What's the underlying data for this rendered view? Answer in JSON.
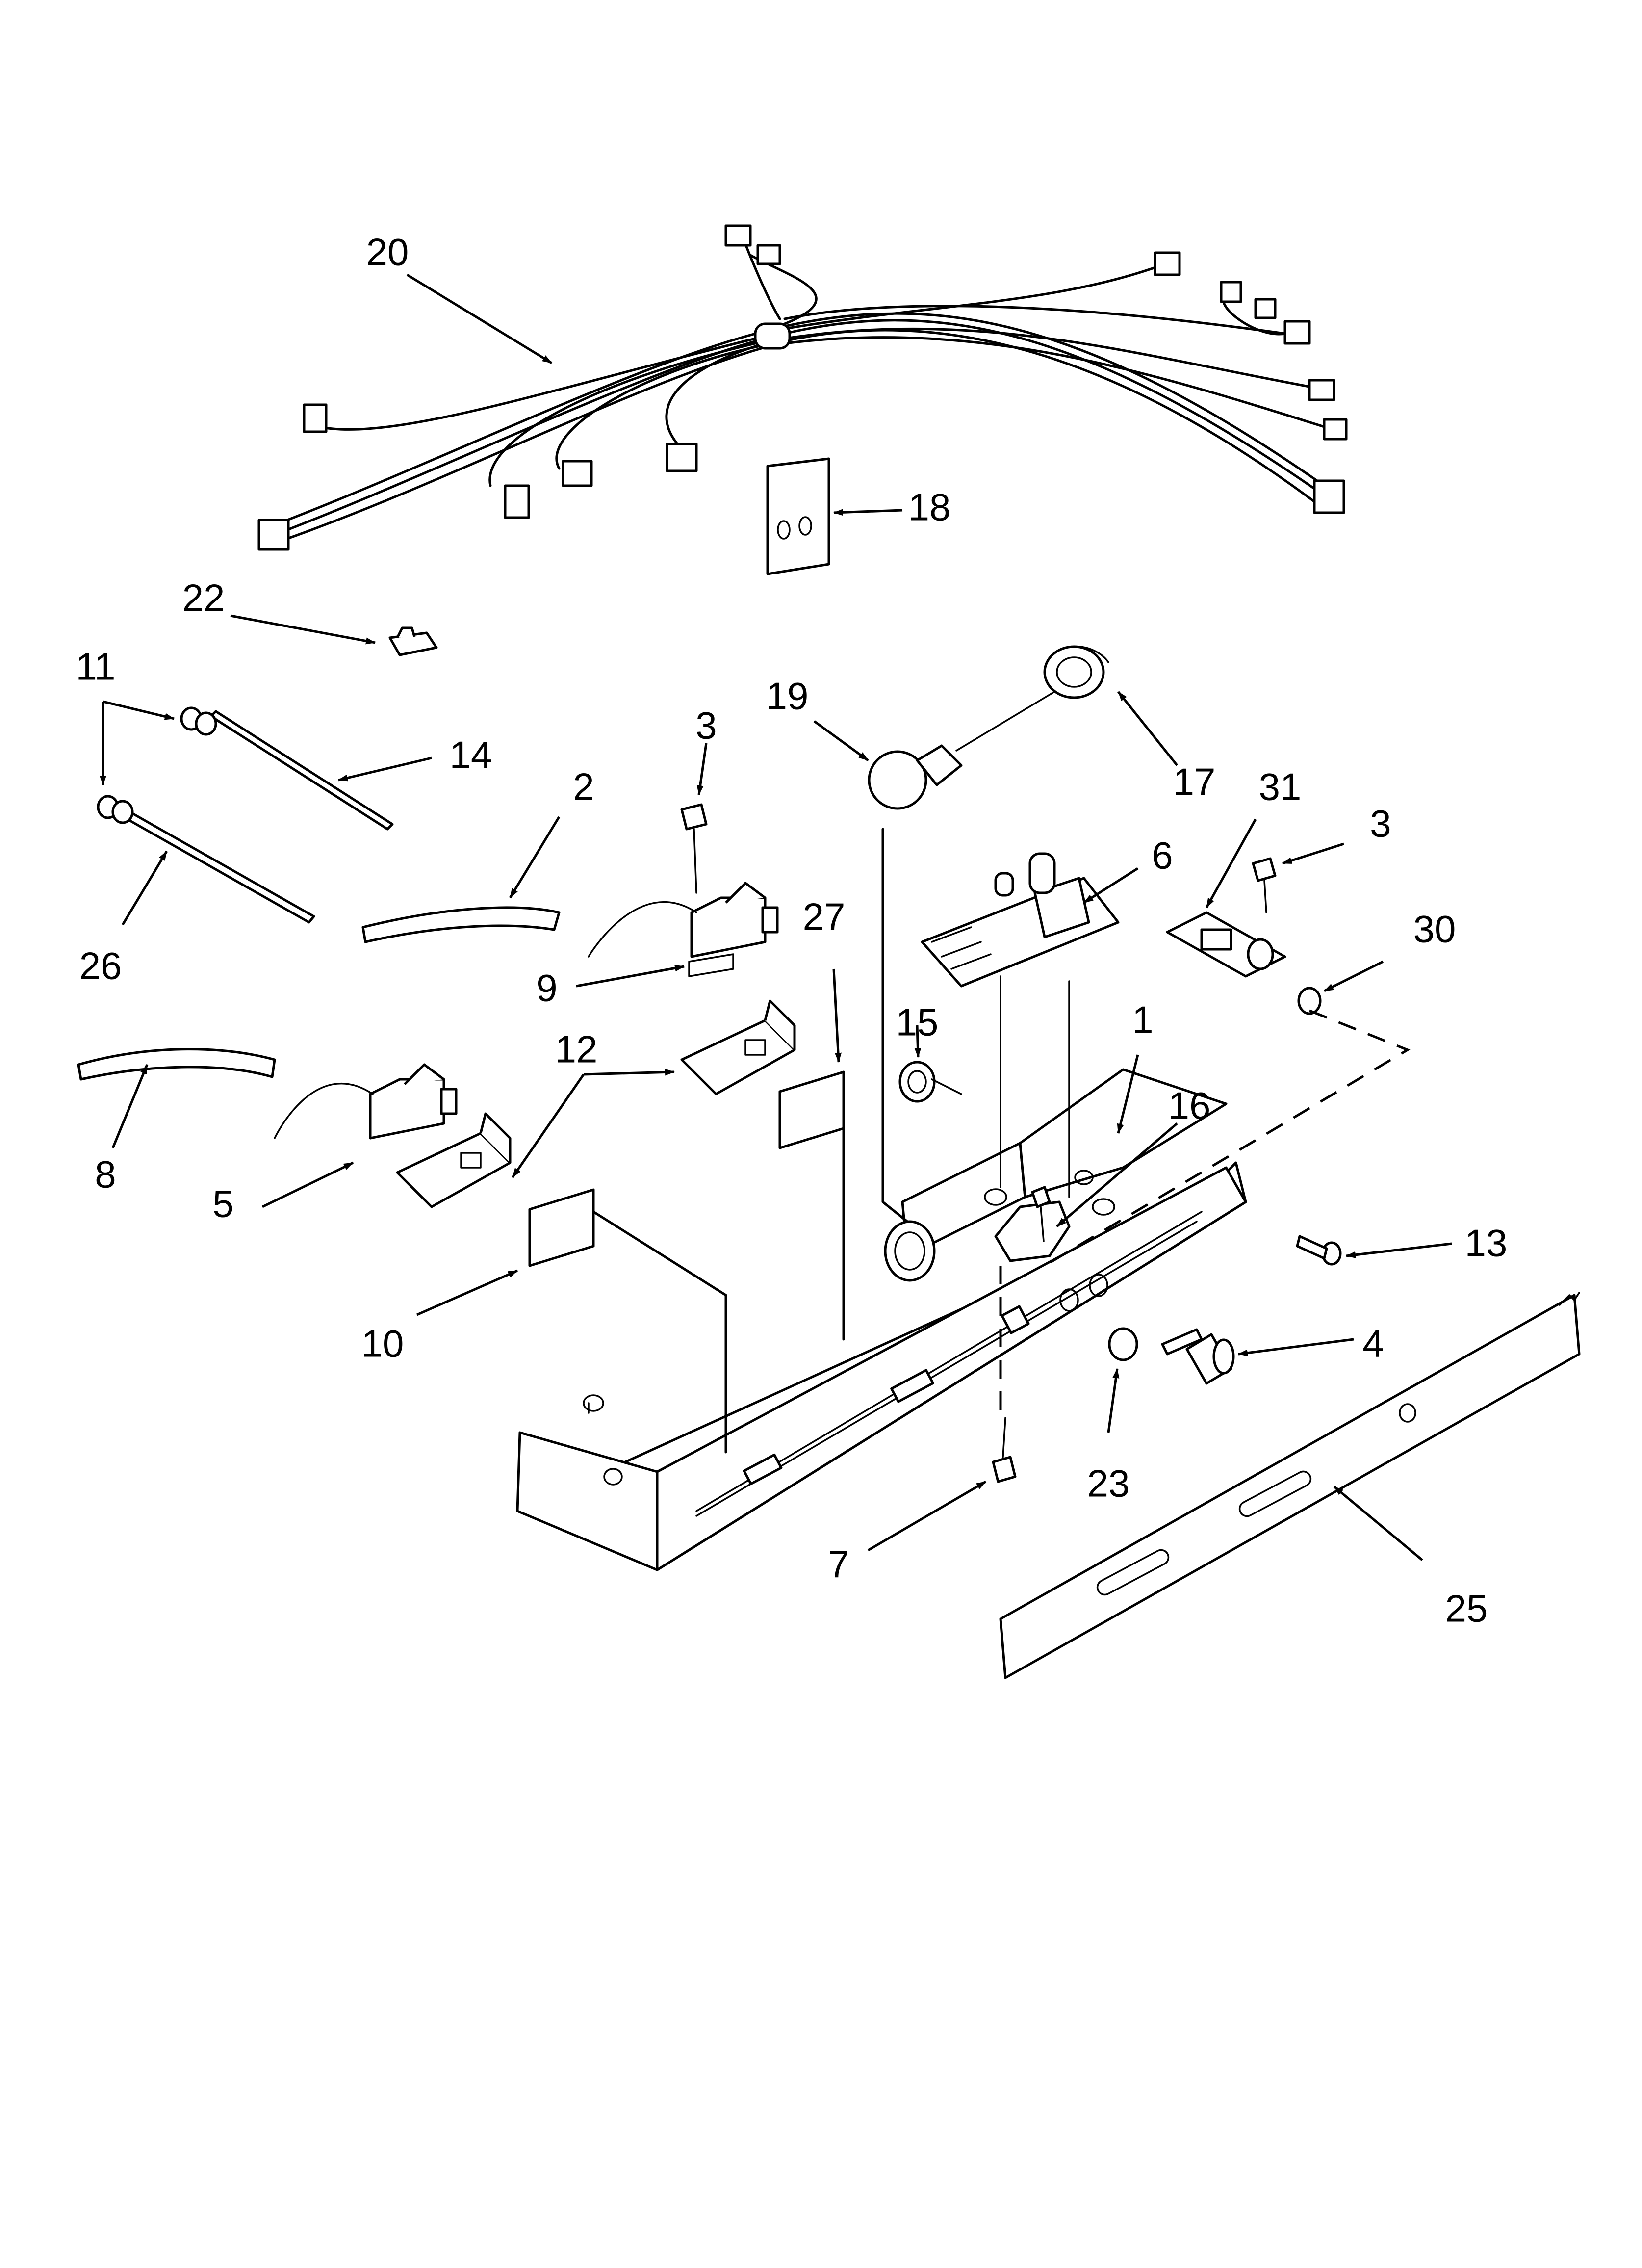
{
  "diagram": {
    "callouts": [
      {
        "id": "c20",
        "label": "20"
      },
      {
        "id": "c18",
        "label": "18"
      },
      {
        "id": "c22",
        "label": "22"
      },
      {
        "id": "c11",
        "label": "11"
      },
      {
        "id": "c14",
        "label": "14"
      },
      {
        "id": "c26",
        "label": "26"
      },
      {
        "id": "c3a",
        "label": "3"
      },
      {
        "id": "c2",
        "label": "2"
      },
      {
        "id": "c9",
        "label": "9"
      },
      {
        "id": "c19",
        "label": "19"
      },
      {
        "id": "c17",
        "label": "17"
      },
      {
        "id": "c31",
        "label": "31"
      },
      {
        "id": "c3b",
        "label": "3"
      },
      {
        "id": "c6",
        "label": "6"
      },
      {
        "id": "c30",
        "label": "30"
      },
      {
        "id": "c27",
        "label": "27"
      },
      {
        "id": "c15",
        "label": "15"
      },
      {
        "id": "c1",
        "label": "1"
      },
      {
        "id": "c16",
        "label": "16"
      },
      {
        "id": "c12",
        "label": "12"
      },
      {
        "id": "c8",
        "label": "8"
      },
      {
        "id": "c5",
        "label": "5"
      },
      {
        "id": "c13",
        "label": "13"
      },
      {
        "id": "c4",
        "label": "4"
      },
      {
        "id": "c10",
        "label": "10"
      },
      {
        "id": "c23",
        "label": "23"
      },
      {
        "id": "c7",
        "label": "7"
      },
      {
        "id": "c25",
        "label": "25"
      }
    ]
  }
}
